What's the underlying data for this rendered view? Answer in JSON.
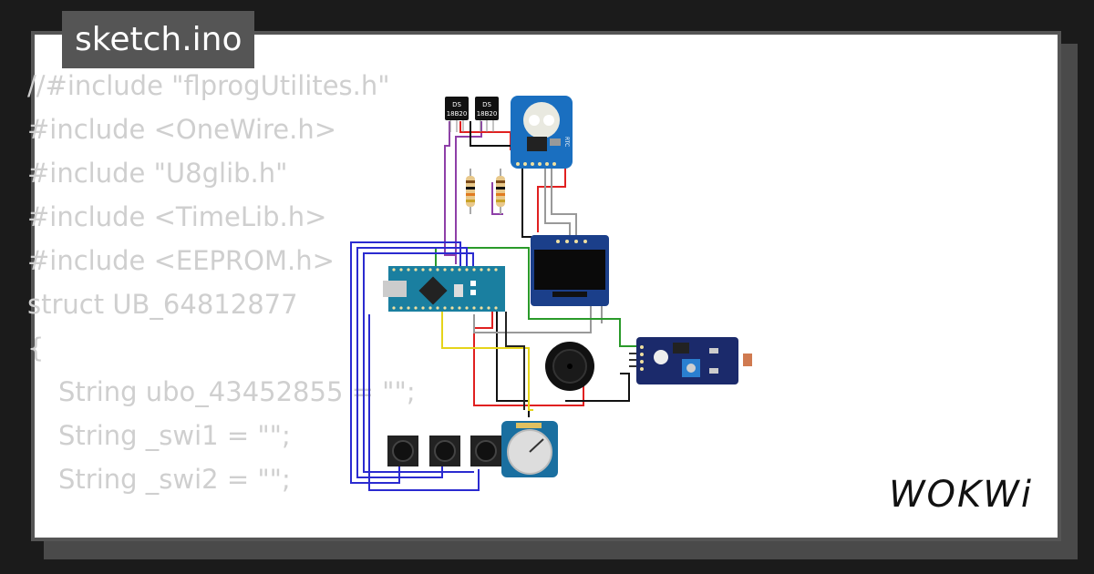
{
  "header": {
    "title": "sketch.ino"
  },
  "code_lines": [
    {
      "text": "//#include \"flprogUtilites.h\"",
      "indent": false
    },
    {
      "text": "#include <OneWire.h>",
      "indent": false
    },
    {
      "text": "#include \"U8glib.h\"",
      "indent": false
    },
    {
      "text": "#include <TimeLib.h>",
      "indent": false
    },
    {
      "text": "#include <EEPROM.h>",
      "indent": false
    },
    {
      "text": "struct UB_64812877",
      "indent": false
    },
    {
      "text": "{",
      "indent": false
    },
    {
      "text": "String ubo_43452855 = \"\";",
      "indent": true
    },
    {
      "text": "String _swi1 = \"\";",
      "indent": true
    },
    {
      "text": "String _swi2 = \"\";",
      "indent": true
    }
  ],
  "components": {
    "sensor1_line1": "DS",
    "sensor1_line2": "18B20",
    "sensor2_line1": "DS",
    "sensor2_line2": "18B20",
    "rtc_label": "RTC"
  },
  "brand": {
    "logo": "WOKWi"
  },
  "colors": {
    "background": "#1b1b1b",
    "card": "#ffffff",
    "title_bg": "#555555",
    "code_text": "#cfcfcf",
    "board_blue": "#1a6fa0",
    "module_navy": "#1b2a6b"
  }
}
